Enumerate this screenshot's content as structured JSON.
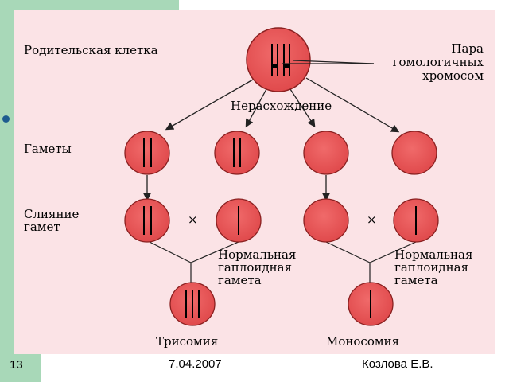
{
  "labels": {
    "parent_cell": "Родительская клетка",
    "pair_line1": "Пара",
    "pair_line2": "гомологичных",
    "pair_line3": "хромосом",
    "nondisjunction": "Нерасхождение",
    "gametes": "Гаметы",
    "fusion_line1": "Слияние",
    "fusion_line2": "гамет",
    "times1": "×",
    "times2": "×",
    "normal_left_1": "Нормальная",
    "normal_left_2": "гаплоидная",
    "normal_left_3": "гамета",
    "normal_right_1": "Нормальная",
    "normal_right_2": "гаплоидная",
    "normal_right_3": "гамета",
    "trisomy": "Трисомия",
    "monosomy": "Моносомия"
  },
  "footer": {
    "slide_number": "13",
    "date": "7.04.2007",
    "author": "Козлова Е.В."
  },
  "colors": {
    "cell_fill": "#e85456",
    "cell_stroke": "#7a1a1a",
    "panel": "#fbe3e6",
    "sidebar": "#a8d8b8"
  }
}
